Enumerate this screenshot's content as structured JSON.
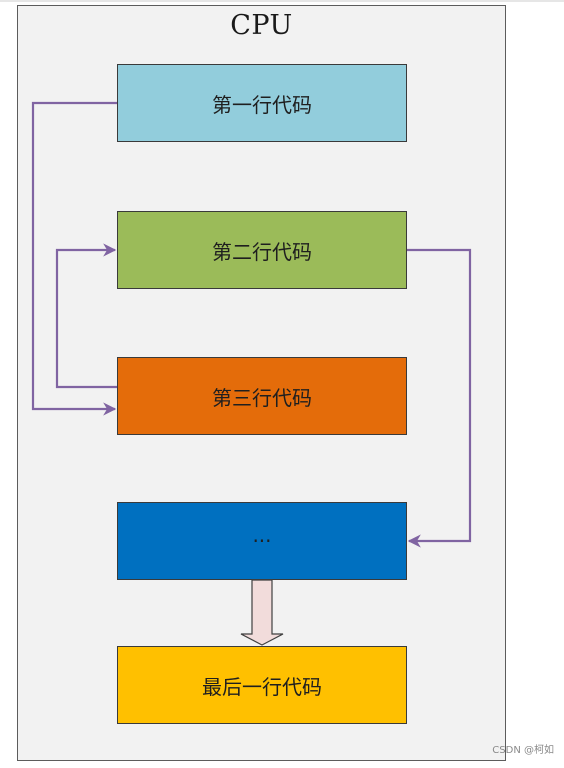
{
  "cpu": {
    "title": "CPU"
  },
  "blocks": [
    {
      "label": "第一行代码",
      "color": "#92CDDC"
    },
    {
      "label": "第二行代码",
      "color": "#9BBB59"
    },
    {
      "label": "第三行代码",
      "color": "#E46C0A"
    },
    {
      "label": "···",
      "color": "#0070C0"
    },
    {
      "label": "最后一行代码",
      "color": "#FFC000"
    }
  ],
  "arrows": {
    "connector_color": "#8064A2",
    "down_arrow_fill": "#F2DCDB",
    "down_arrow_stroke": "#404040"
  },
  "watermark": {
    "text": "CSDN @柯如"
  }
}
